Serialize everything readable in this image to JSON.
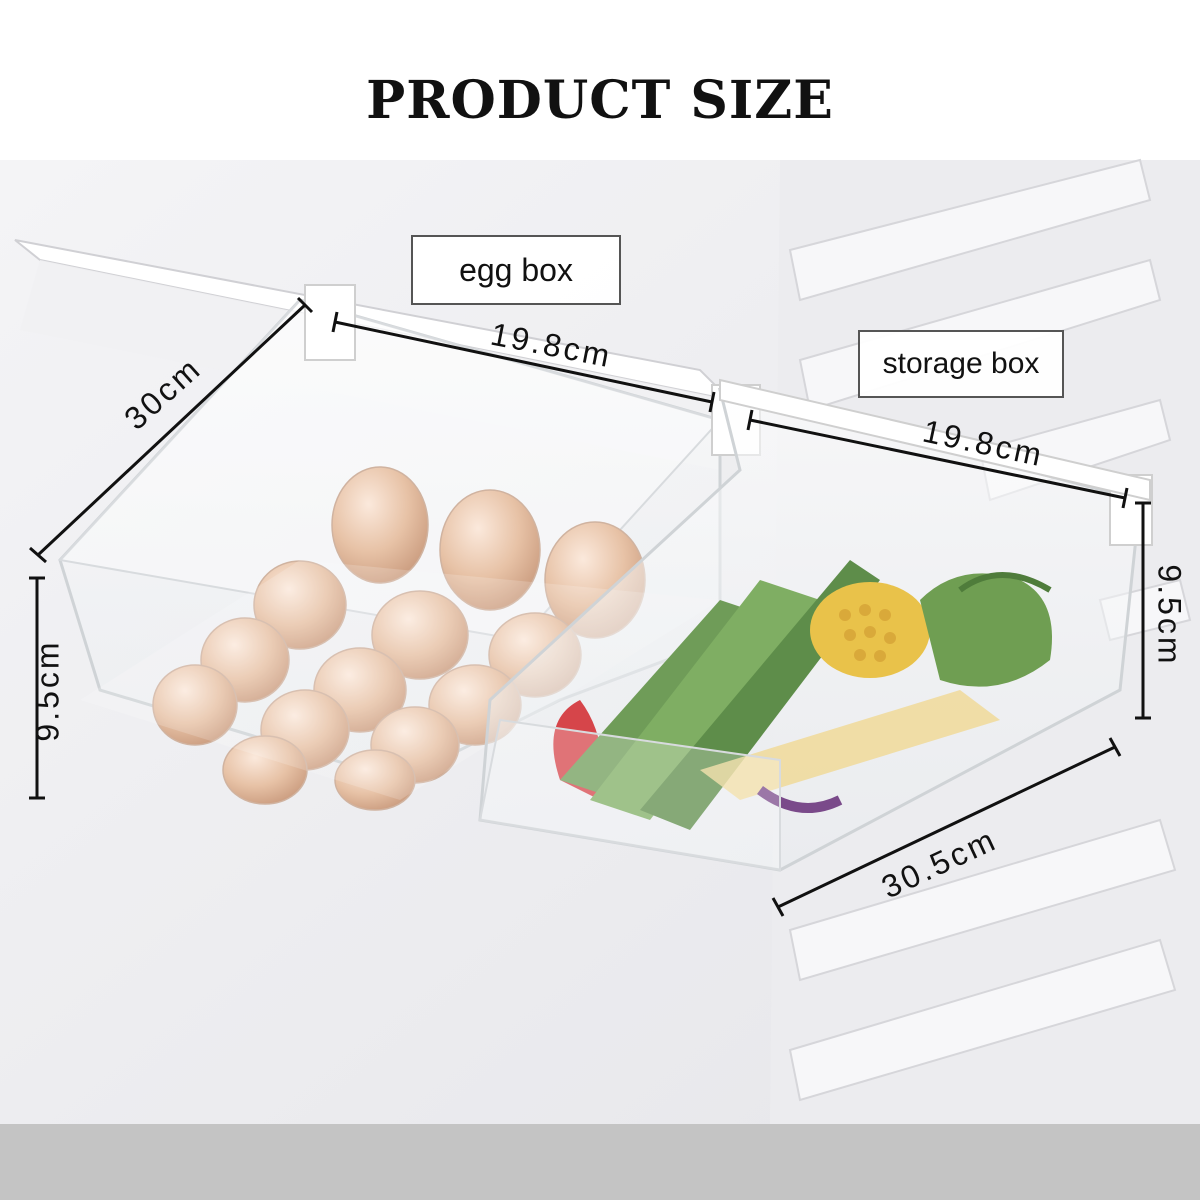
{
  "title": "PRODUCT SIZE",
  "labels": {
    "egg_box": "egg box",
    "storage_box": "storage box"
  },
  "dimensions": {
    "egg_depth": "30cm",
    "egg_width": "19.8cm",
    "egg_height": "9.5cm",
    "storage_width": "19.8cm",
    "storage_height": "9.5cm",
    "storage_depth": "30.5cm"
  }
}
